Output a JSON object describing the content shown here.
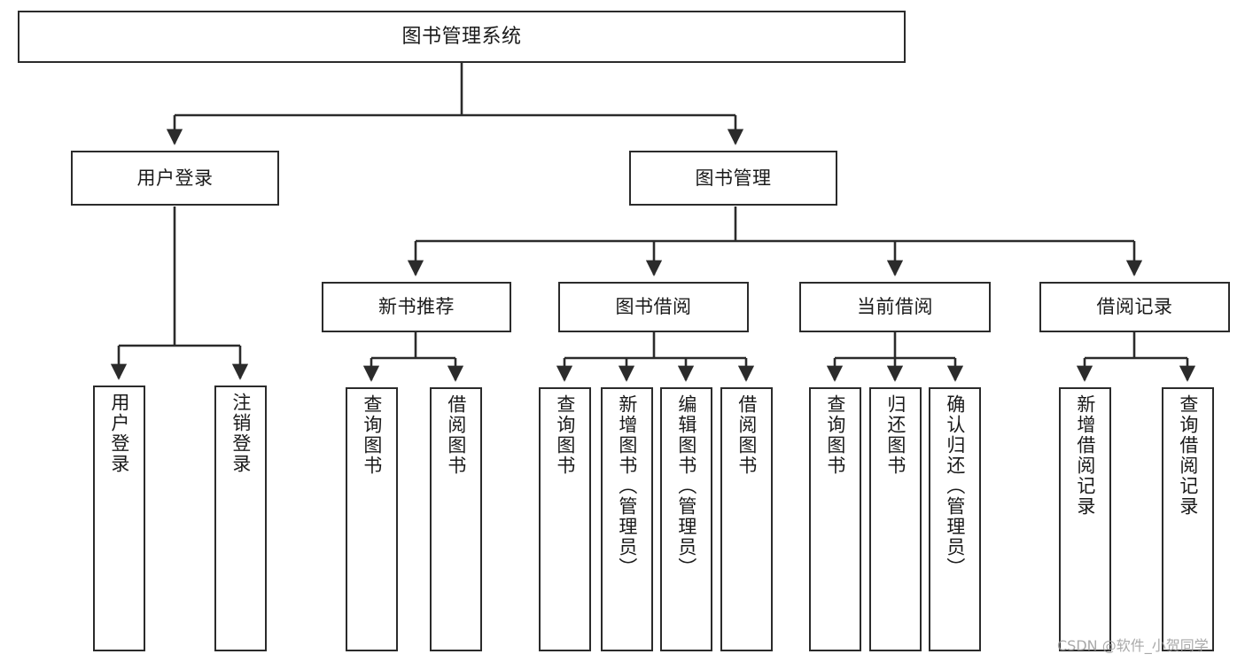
{
  "diagram": {
    "title": "图书管理系统",
    "watermark": "CSDN @软件_小贺同学",
    "colors": {
      "stroke": "#2b2b2b",
      "fill": "#ffffff",
      "text": "#1a1a1a",
      "watermark": "#9b9b9b"
    },
    "root": {
      "label": "图书管理系统"
    },
    "level2": [
      {
        "label": "用户登录"
      },
      {
        "label": "图书管理"
      }
    ],
    "level3": [
      {
        "label": "新书推荐"
      },
      {
        "label": "图书借阅"
      },
      {
        "label": "当前借阅"
      },
      {
        "label": "借阅记录"
      }
    ],
    "leaves": {
      "user_login": [
        {
          "label": "用户登录"
        },
        {
          "label": "注销登录"
        }
      ],
      "new_book_recommend": [
        {
          "label": "查询图书"
        },
        {
          "label": "借阅图书"
        }
      ],
      "book_borrow": [
        {
          "label": "查询图书"
        },
        {
          "label": "新增图书（管理员）"
        },
        {
          "label": "编辑图书（管理员）"
        },
        {
          "label": "借阅图书"
        }
      ],
      "current_borrow": [
        {
          "label": "查询图书"
        },
        {
          "label": "归还图书"
        },
        {
          "label": "确认归还（管理员）"
        }
      ],
      "borrow_record": [
        {
          "label": "新增借阅记录"
        },
        {
          "label": "查询借阅记录"
        }
      ]
    }
  }
}
